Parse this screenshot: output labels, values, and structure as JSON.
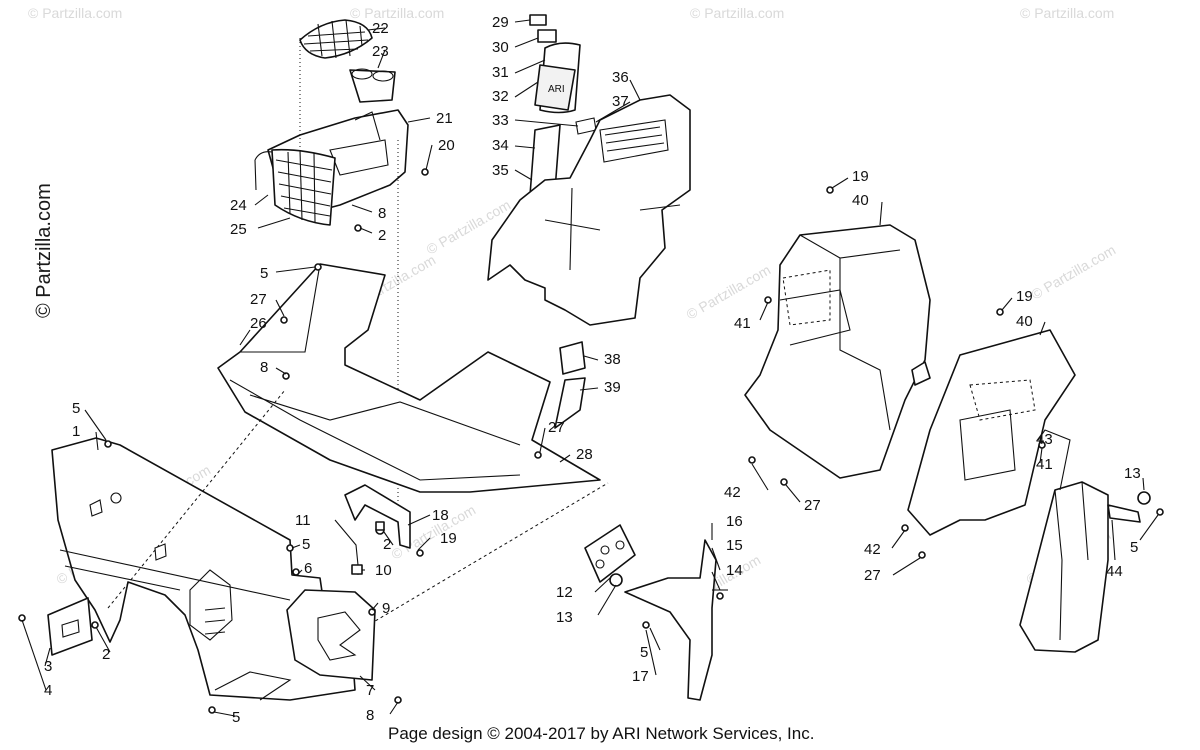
{
  "brand": "© Partzilla.com",
  "watermark": "© Partzilla.com",
  "footer": "Page design © 2004-2017 by ARI Network Services, Inc.",
  "callouts": {
    "c1": "1",
    "c2a": "2",
    "c2b": "2",
    "c2c": "2",
    "c3": "3",
    "c4": "4",
    "c5a": "5",
    "c5b": "5",
    "c5c": "5",
    "c5d": "5",
    "c5e": "5",
    "c6": "6",
    "c7": "7",
    "c8a": "8",
    "c8b": "8",
    "c8c": "8",
    "c9": "9",
    "c10": "10",
    "c11": "11",
    "c12": "12",
    "c13a": "13",
    "c13b": "13",
    "c14": "14",
    "c15": "15",
    "c16": "16",
    "c17": "17",
    "c18": "18",
    "c19a": "19",
    "c19b": "19",
    "c19c": "19",
    "c20": "20",
    "c21": "21",
    "c22": "22",
    "c23": "23",
    "c24": "24",
    "c25": "25",
    "c26": "26",
    "c27a": "27",
    "c27b": "27",
    "c27c": "27",
    "c27d": "27",
    "c28": "28",
    "c29": "29",
    "c30": "30",
    "c31": "31",
    "c32": "32",
    "c33": "33",
    "c34": "34",
    "c35": "35",
    "c36": "36",
    "c37": "37",
    "c38": "38",
    "c39": "39",
    "c40a": "40",
    "c40b": "40",
    "c41a": "41",
    "c41b": "41",
    "c42a": "42",
    "c42b": "42",
    "c43": "43",
    "c44": "44"
  }
}
